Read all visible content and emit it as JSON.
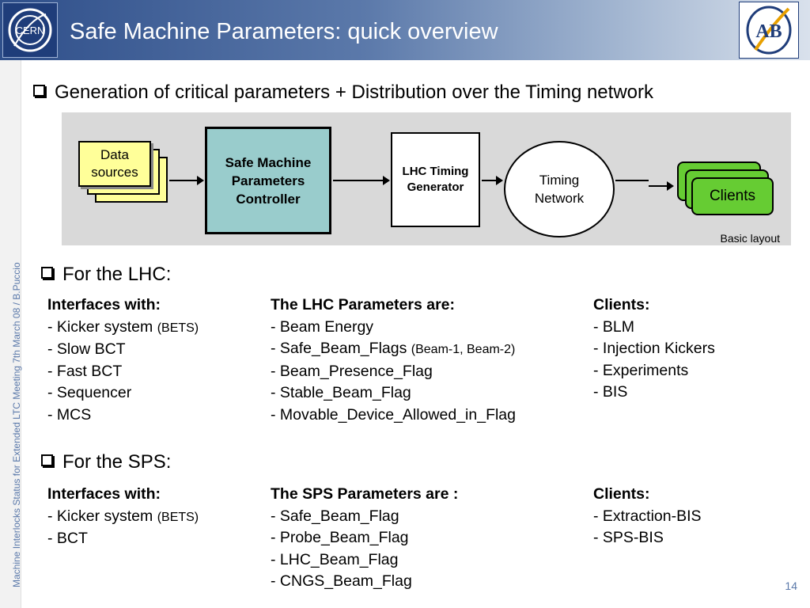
{
  "slide": {
    "title": "Safe Machine Parameters: quick overview",
    "side_note": "Machine Interlocks Status  for  Extended LTC  Meeting 7th March 08 /  B.Puccio",
    "page_number": "14",
    "logos": {
      "left": "CERN",
      "right": "AB"
    }
  },
  "intro_bullet": "Generation of critical parameters + Distribution over the Timing network",
  "diagram": {
    "data_sources": "Data sources",
    "controller": "Safe Machine Parameters Controller",
    "generator": "LHC Timing Generator",
    "network": "Timing Network",
    "clients": "Clients",
    "caption": "Basic layout"
  },
  "lhc": {
    "heading": "For the LHC:",
    "interfaces": {
      "header": "Interfaces with:",
      "item1": "- Kicker system ",
      "item1_note": "(BETS)",
      "item2": "- Slow BCT",
      "item3": "- Fast BCT",
      "item4": "- Sequencer",
      "item5": "- MCS"
    },
    "parameters": {
      "header": "The LHC Parameters are:",
      "item1": "- Beam Energy",
      "item2": "- Safe_Beam_Flags ",
      "item2_note": "(Beam-1, Beam-2)",
      "item3": "- Beam_Presence_Flag",
      "item4": "- Stable_Beam_Flag",
      "item5": "- Movable_Device_Allowed_in_Flag"
    },
    "clients": {
      "header": "Clients:",
      "item1": "- BLM",
      "item2": "- Injection Kickers",
      "item3": "- Experiments",
      "item4": "- BIS"
    }
  },
  "sps": {
    "heading": "For the SPS:",
    "interfaces": {
      "header": "Interfaces with:",
      "item1": "- Kicker system ",
      "item1_note": "(BETS)",
      "item2": "- BCT"
    },
    "parameters": {
      "header": "The SPS Parameters are :",
      "item1": "- Safe_Beam_Flag",
      "item2": "- Probe_Beam_Flag",
      "item3": "- LHC_Beam_Flag",
      "item4": "- CNGS_Beam_Flag"
    },
    "clients": {
      "header": "Clients:",
      "item1": "- Extraction-BIS",
      "item2": "- SPS-BIS"
    }
  }
}
